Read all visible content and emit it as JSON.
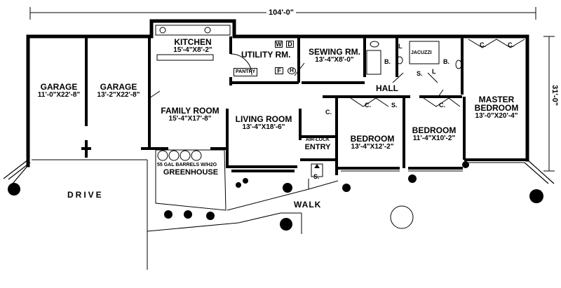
{
  "dimensions": {
    "width_label": "104'-0\"",
    "depth_label": "31'-0\""
  },
  "rooms": {
    "garage1": {
      "name": "GARAGE",
      "size": "11'-0\"X22'-8\""
    },
    "garage2": {
      "name": "GARAGE",
      "size": "13'-2\"X22'-8\""
    },
    "kitchen": {
      "name": "KITCHEN",
      "size": "15'-4\"X8'-2\""
    },
    "utility": {
      "name": "UTILITY RM."
    },
    "sewing": {
      "name": "SEWING RM.",
      "size": "13'-4\"X8'-0\""
    },
    "family": {
      "name": "FAMILY ROOM",
      "size": "15'-4\"X17'-8\""
    },
    "living": {
      "name": "LIVING ROOM",
      "size": "13'-4\"X18'-6\""
    },
    "entry": {
      "name": "ENTRY",
      "note": "AIR-LOCK"
    },
    "bedroom1": {
      "name": "BEDROOM",
      "size": "13'-4\"X12'-2\""
    },
    "bedroom2": {
      "name": "BEDROOM",
      "size": "11'-4\"X10'-2\""
    },
    "master": {
      "name": "MASTER",
      "name2": "BEDROOM",
      "size": "13'-0\"X20'-4\""
    },
    "hall": {
      "name": "HALL"
    },
    "greenhouse": {
      "name": "GREENHOUSE",
      "note": "55 GAL BARRELS W/H2O"
    }
  },
  "site": {
    "drive": "DRIVE",
    "walk": "WALK"
  },
  "fixtures": {
    "washer": "W",
    "dryer": "D",
    "pantry": "PANTRY",
    "furnace": "F",
    "water_heater": "H",
    "closet": "C.",
    "bath": "B.",
    "linen": "L",
    "shower": "S.",
    "jacuzzi": "JACUZZI",
    "entry_storage": "S."
  }
}
